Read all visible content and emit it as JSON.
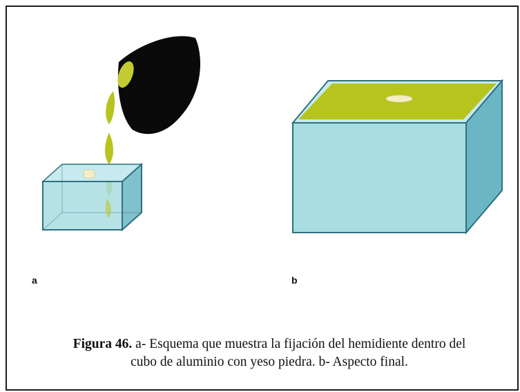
{
  "panels": {
    "a": "a",
    "b": "b"
  },
  "caption": {
    "label": "Figura 46.",
    "line1": " a- Esquema que muestra la fijación del hemidiente dentro del",
    "line2": "cubo de aluminio con yeso piedra. b- Aspecto final."
  },
  "colors": {
    "box_front": "#a9dde2",
    "box_side": "#6ab6c4",
    "box_rim": "#c6eaee",
    "box_edge": "#2f6f7f",
    "plaster": "#b8c41e",
    "tooth": "#f4efc2",
    "bowl": "#0a0a0a"
  }
}
